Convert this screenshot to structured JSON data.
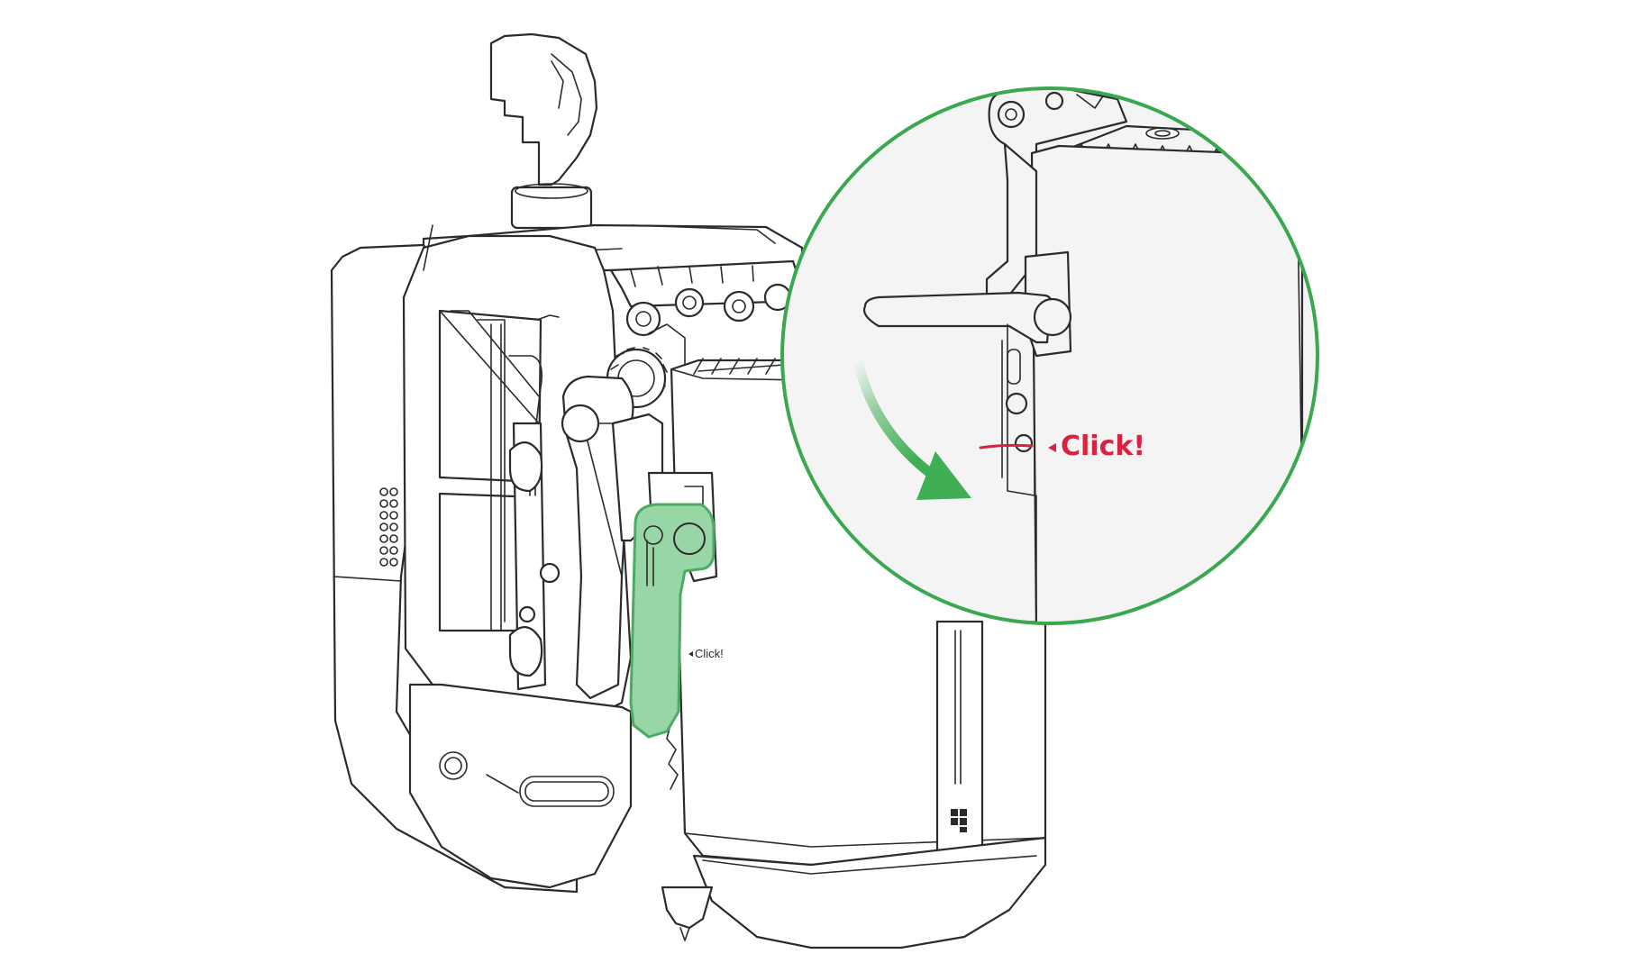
{
  "diagram": {
    "main_label": "Click!",
    "zoom_label": "Click!",
    "colors": {
      "lever_fill": "#98d6a5",
      "lever_stroke": "#4caa63",
      "zoom_ring": "#3aa84e",
      "arrow": "#3fae55",
      "click_red": "#d8223f",
      "line": "#2b2b2b",
      "zoom_background": "#f4f4f4"
    },
    "icons": [
      "lever-latch",
      "rotation-arrow",
      "click-marker"
    ]
  }
}
